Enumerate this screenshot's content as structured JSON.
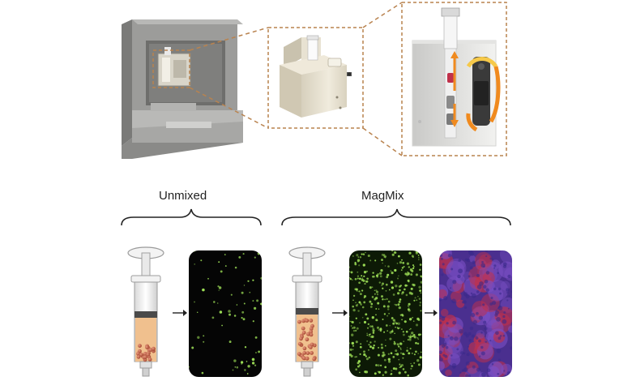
{
  "labels": {
    "unmixed": "Unmixed",
    "magmix": "MagMix"
  },
  "colors": {
    "dashed_frame": "#b9834f",
    "brace": "#222222",
    "housing_gray": "#9a9a98",
    "module_beige": "#e6e0cf",
    "fluid_orange": "#f0c08e",
    "cell_red": "#b5523b",
    "fluorescence_green": "#9bdc55",
    "panel_black": "#050505",
    "mix_purple": "#5b3f9e",
    "mix_red": "#c0304a",
    "magnet_orange": "#f08a1e",
    "magnet_yellow": "#f6c94a"
  },
  "panels": {
    "unmixed_dots": 70,
    "magmix_dots": 420,
    "mixed_blobs": 90
  }
}
